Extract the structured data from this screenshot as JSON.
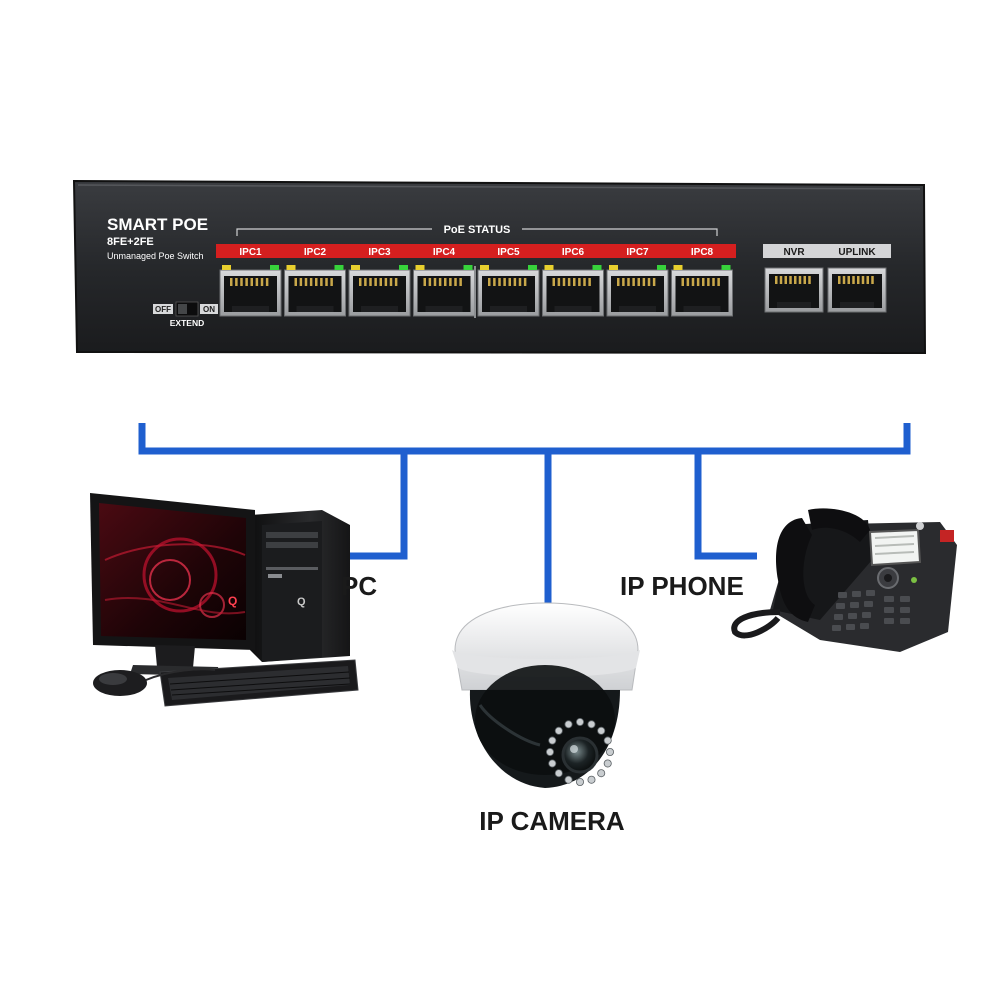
{
  "switch": {
    "brand": "SMART POE",
    "model": "8FE+2FE",
    "subtitle": "Unmanaged Poe Switch",
    "poe_status_label": "PoE STATUS",
    "extend_off": "OFF",
    "extend_on": "ON",
    "extend_label": "EXTEND",
    "poe_ports": [
      "IPC1",
      "IPC2",
      "IPC3",
      "IPC4",
      "IPC5",
      "IPC6",
      "IPC7",
      "IPC8"
    ],
    "uplink_ports": [
      "NVR",
      "UPLINK"
    ]
  },
  "devices": {
    "pc": "PC",
    "ip_phone": "IP PHONE",
    "ip_camera": "IP CAMERA"
  },
  "colors": {
    "connector_blue": "#1f5fcf",
    "port_label_red": "#d51f1f",
    "switch_body": "#27292d",
    "led_green": "#37d23b",
    "led_yellow": "#e8cf2e"
  }
}
